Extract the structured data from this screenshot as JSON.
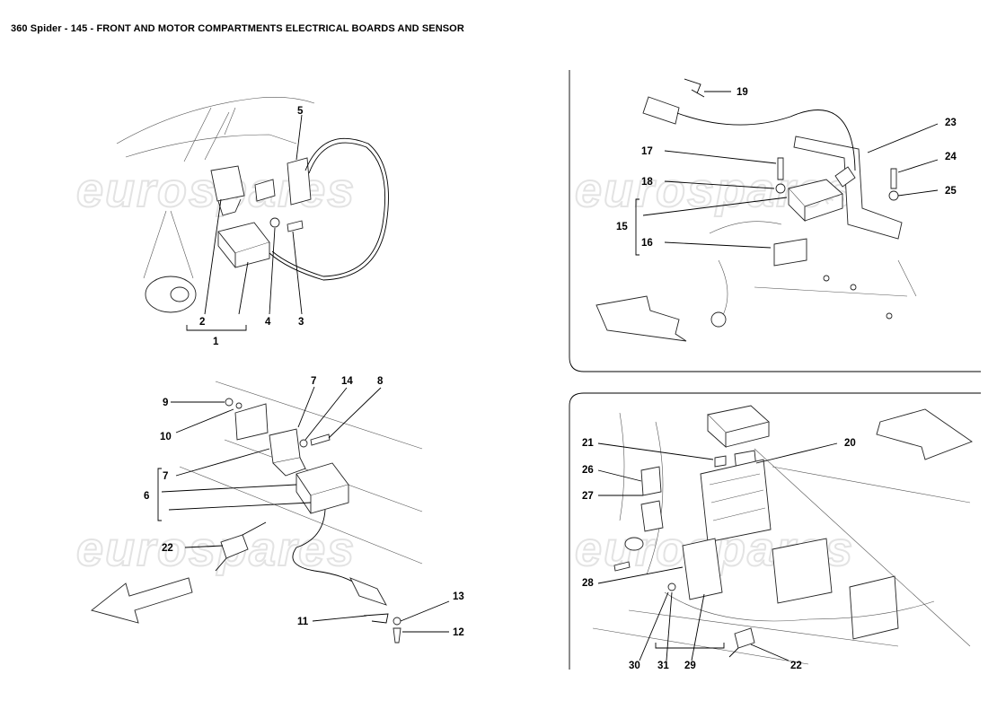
{
  "title": "360 Spider - 145 - FRONT AND MOTOR COMPARTMENTS ELECTRICAL BOARDS AND SENSOR",
  "watermark": "eurospares",
  "callouts": {
    "c1": "1",
    "c2": "2",
    "c3": "3",
    "c4": "4",
    "c5": "5",
    "c6": "6",
    "c7a": "7",
    "c7b": "7",
    "c8": "8",
    "c9": "9",
    "c10": "10",
    "c11": "11",
    "c12": "12",
    "c13": "13",
    "c14": "14",
    "c15": "15",
    "c16": "16",
    "c17": "17",
    "c18": "18",
    "c19": "19",
    "c20": "20",
    "c21": "21",
    "c22a": "22",
    "c22b": "22",
    "c23": "23",
    "c24": "24",
    "c25": "25",
    "c26": "26",
    "c27": "27",
    "c28": "28",
    "c29": "29",
    "c30": "30",
    "c31": "31"
  }
}
